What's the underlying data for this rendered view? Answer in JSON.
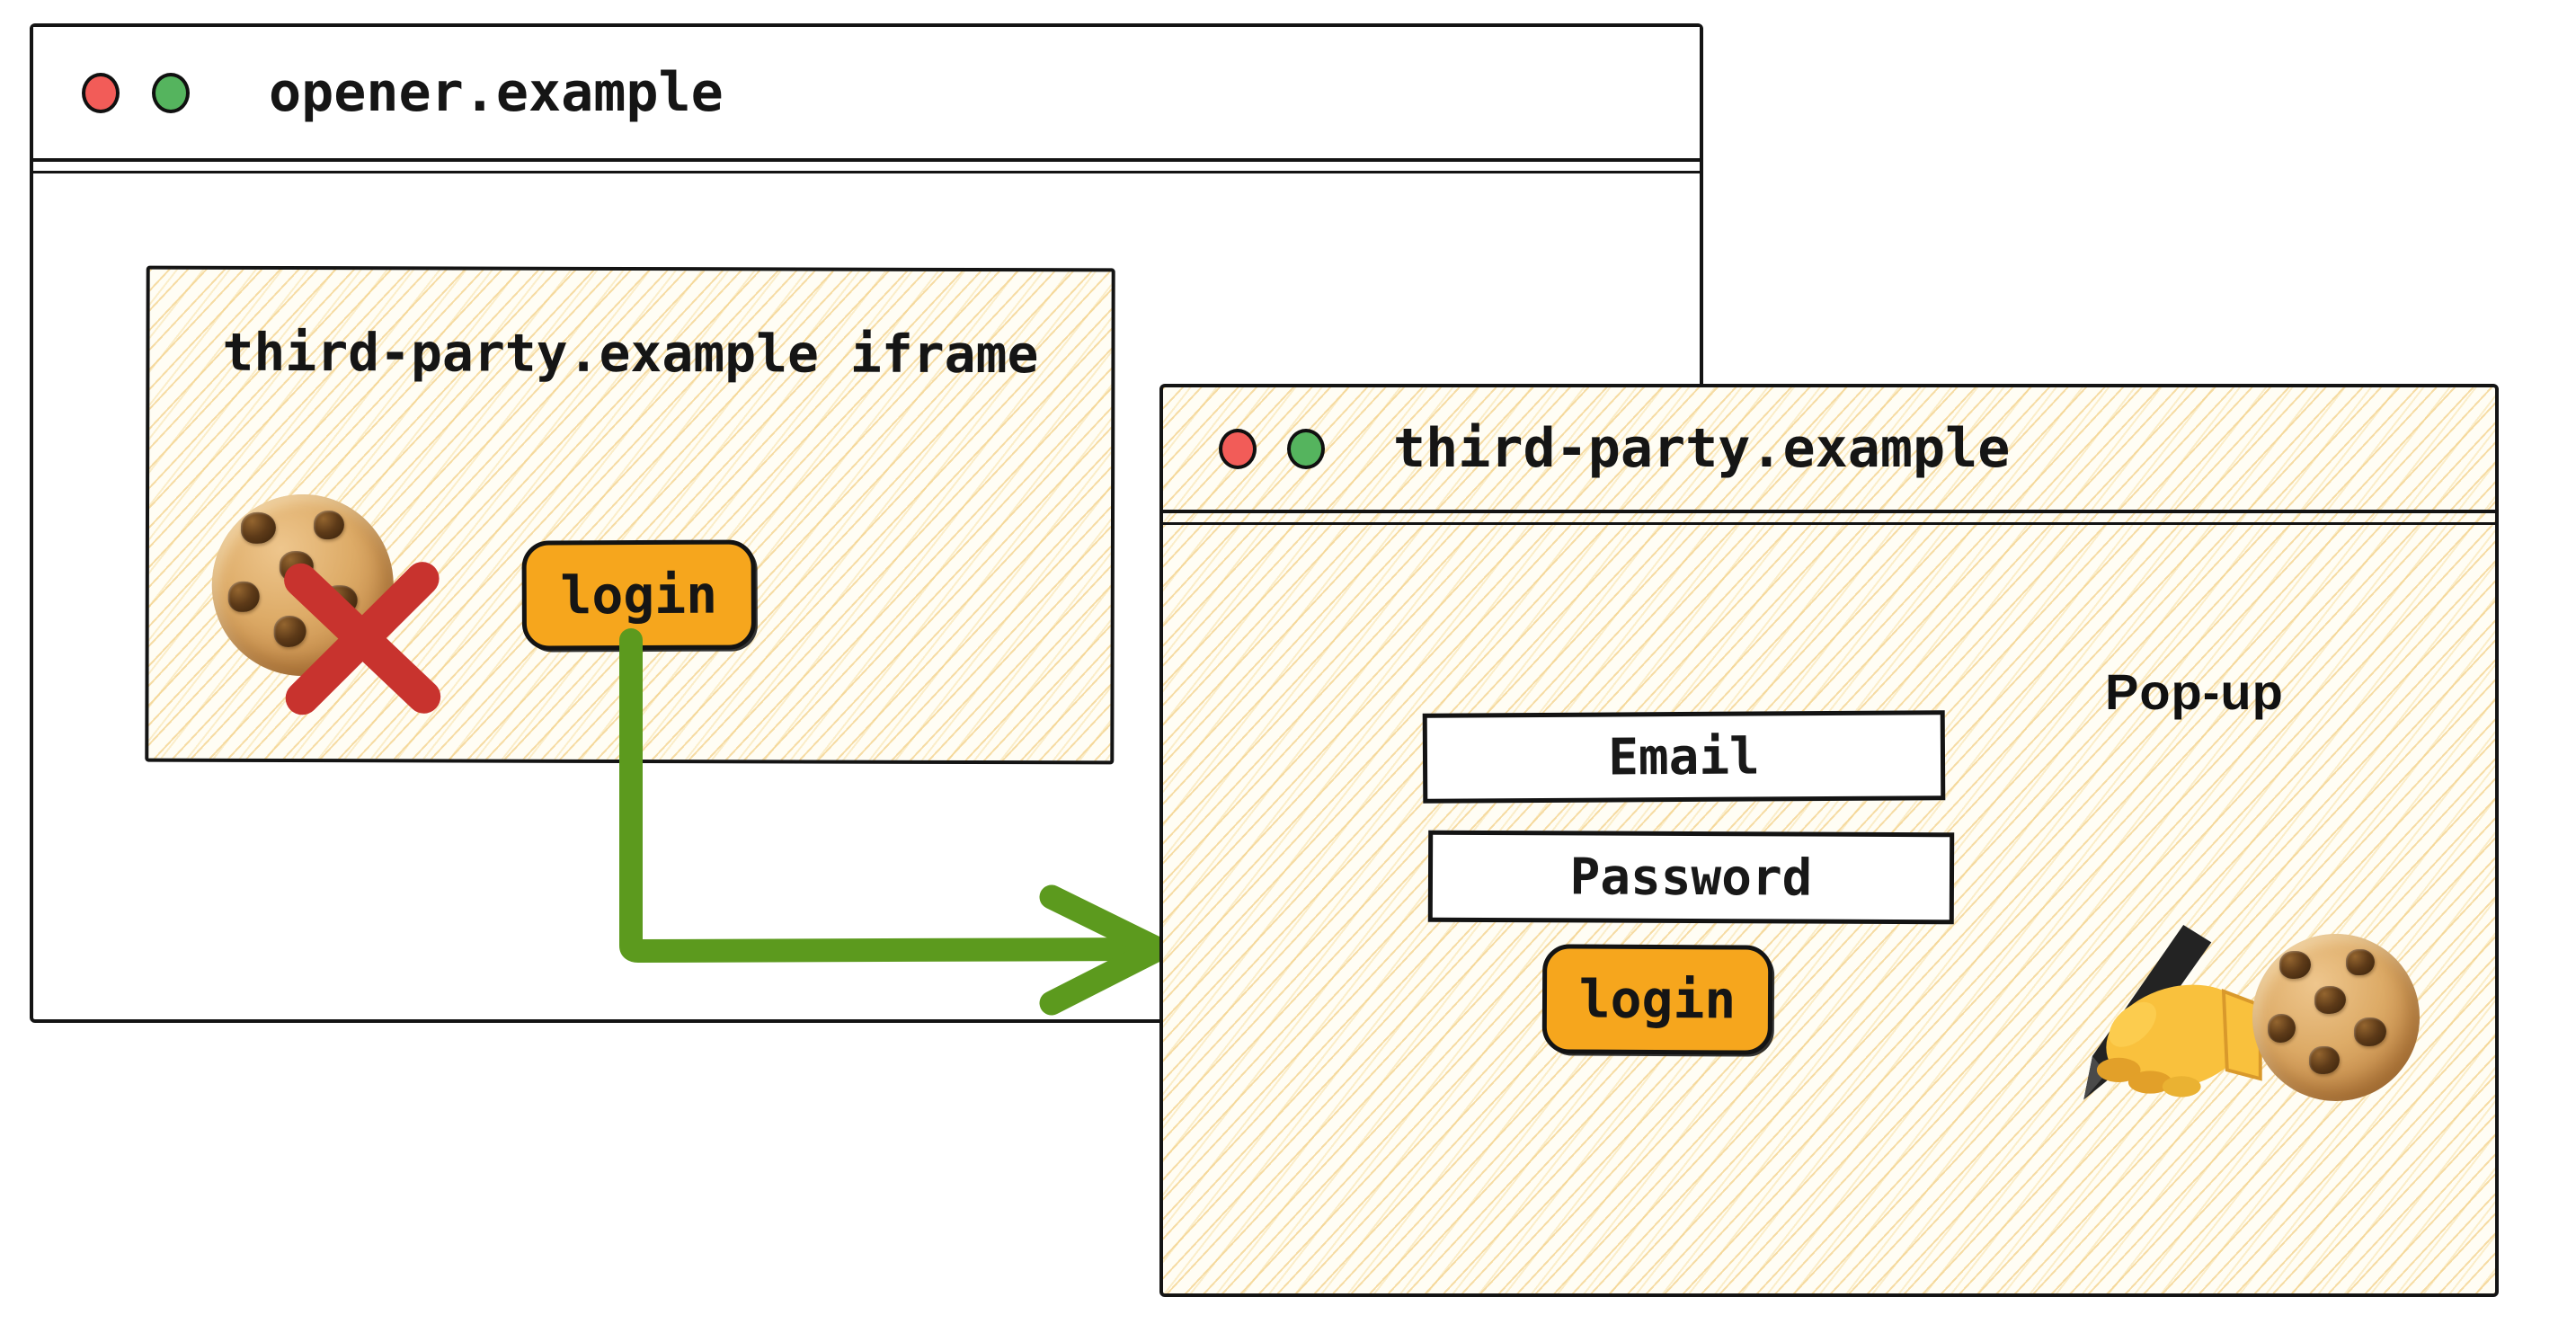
{
  "opener_window": {
    "title": "opener.example",
    "traffic_lights": {
      "red": "#f25c58",
      "green": "#55b45e"
    },
    "iframe_panel": {
      "label": "third-party.example iframe",
      "blocked_cookie_icon": "cookie-icon",
      "blocked_overlay_icon": "x-mark-icon",
      "login_button": "login"
    }
  },
  "arrow": {
    "color": "#5c9a1e"
  },
  "popup_window": {
    "title": "third-party.example",
    "badge": "Pop-up",
    "email_field": "Email",
    "password_field": "Password",
    "login_button": "login",
    "decoration_icons": [
      "writing-hand-icon",
      "cookie-icon"
    ]
  },
  "colors": {
    "window_border": "#141414",
    "button_fill": "#f6a61d",
    "hatch_background": "#fffdf4",
    "hatch_line": "#f3d18a",
    "x_mark_red": "#c8332e",
    "arrow_green": "#5c9a1e"
  }
}
